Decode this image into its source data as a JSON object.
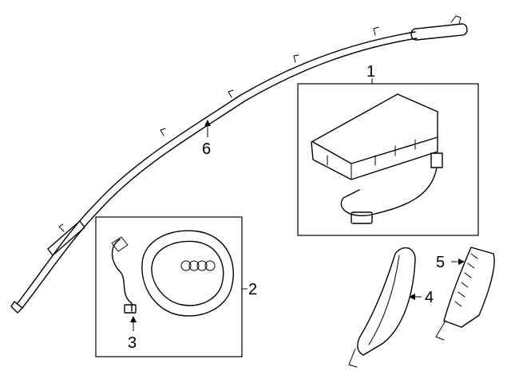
{
  "callouts": {
    "c1": "1",
    "c2": "2",
    "c3": "3",
    "c4": "4",
    "c5": "5",
    "c6": "6"
  },
  "parts": [
    {
      "id": "1",
      "name": "passenger-airbag-module"
    },
    {
      "id": "2",
      "name": "steering-wheel-airbag-module"
    },
    {
      "id": "3",
      "name": "airbag-connector"
    },
    {
      "id": "4",
      "name": "seat-side-airbag-cover"
    },
    {
      "id": "5",
      "name": "seat-side-airbag-module"
    },
    {
      "id": "6",
      "name": "curtain-airbag"
    }
  ]
}
